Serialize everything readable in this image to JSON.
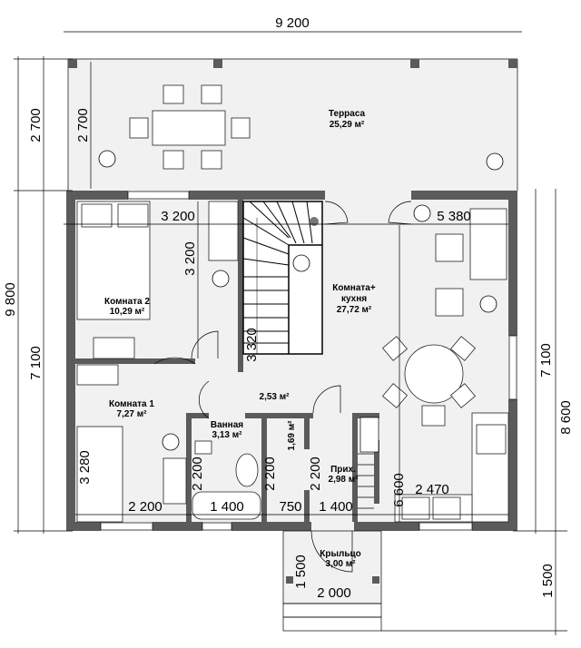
{
  "rooms": {
    "terrace": {
      "name": "Терраса",
      "area": "25,29 м²"
    },
    "room2": {
      "name": "Комната 2",
      "area": "10,29 м²"
    },
    "living_kitchen": {
      "name1": "Комната+",
      "name2": "кухня",
      "area": "27,72 м²"
    },
    "room1": {
      "name": "Комната 1",
      "area": "7,27 м²"
    },
    "bathroom": {
      "name": "Ванная",
      "area": "3,13 м²"
    },
    "hall": {
      "area": "2,53 м²"
    },
    "closet": {
      "area": "1,69 м²"
    },
    "entry": {
      "name": "Прих.",
      "area": "2,98 м²"
    },
    "porch": {
      "name": "Крыльцо",
      "area": "3,00 м²"
    }
  },
  "dimensions": {
    "top_total": "9 200",
    "left_total": "9 800",
    "left_terrace": "2 700",
    "left_house": "7 100",
    "right_house": "7 100",
    "right_total": "8 600",
    "right_porch": "1 500",
    "terrace_depth": "2 700",
    "room2_width": "3 200",
    "room2_depth": "3 200",
    "stair": "3 320",
    "living_width": "5 380",
    "room1_depth": "3 280",
    "room1_width": "2 200",
    "bath_depth": "2 200",
    "bath_width": "1 400",
    "closet_depth": "2 200",
    "closet_width": "750",
    "entry_depth": "2 200",
    "entry_width": "1 400",
    "living_depth": "6 600",
    "kitchen_width": "2 470",
    "porch_depth": "1 500",
    "porch_width": "2 000"
  }
}
